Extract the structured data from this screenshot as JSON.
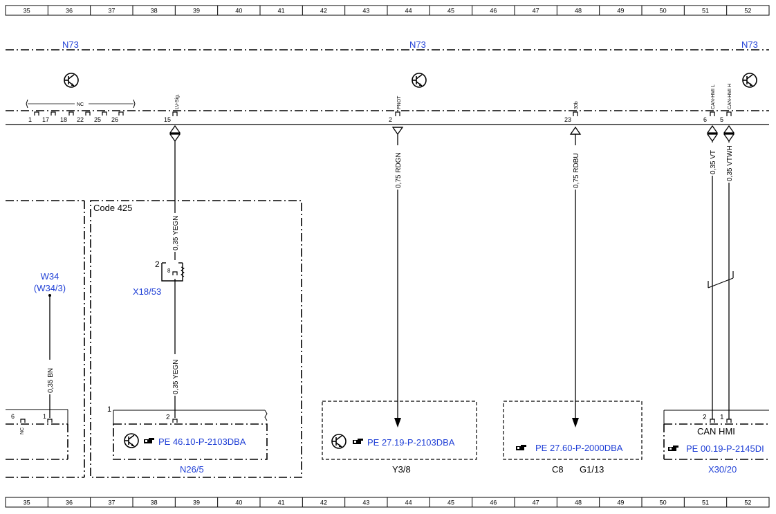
{
  "colors": {
    "link": "#1f3fd6",
    "line": "#000000"
  },
  "ruler": {
    "cells": [
      "35",
      "36",
      "37",
      "38",
      "39",
      "40",
      "41",
      "42",
      "43",
      "44",
      "45",
      "46",
      "47",
      "48",
      "49",
      "50",
      "51",
      "52"
    ]
  },
  "n73": {
    "left": "N73",
    "center": "N73",
    "right": "N73"
  },
  "pins": {
    "nc_label": "NC",
    "nc_numbers": [
      "1",
      "17",
      "18",
      "22",
      "25",
      "26"
    ],
    "p15": {
      "num": "15",
      "sig": "LV-Sig."
    },
    "p2": {
      "num": "2",
      "sig": "PNOT"
    },
    "p23": {
      "num": "23",
      "sig": "30b"
    },
    "p6": {
      "num": "6",
      "sig": "CAN-HMI L"
    },
    "p5": {
      "num": "5",
      "sig": "CAN-HMI H"
    }
  },
  "wires": {
    "w15_top": "0,35 YEGN",
    "w15_bottom": "0,35 YEGN",
    "w2": "0,75 RDGN",
    "w23": "0,75 RDBU",
    "w6": "0,35 VT",
    "w5": "0,35 VTWH",
    "w34": "0,35 BN"
  },
  "code425": {
    "label": "Code 425"
  },
  "x18": {
    "name": "X18/53",
    "pin": "2",
    "inner": "8"
  },
  "w34": {
    "name": "W34",
    "sub": "(W34/3)"
  },
  "left_box": {
    "pin6": "6",
    "pin1": "1",
    "nc": "NC"
  },
  "n26": {
    "name": "N26/5",
    "ref": "PE 46.10-P-2103DBA",
    "pin1": "1",
    "pin2": "2"
  },
  "y3": {
    "name": "Y3/8",
    "ref": "PE 27.19-P-2103DBA"
  },
  "c8": {
    "name1": "C8",
    "name2": "G1/13",
    "ref": "PE 27.60-P-2000DBA"
  },
  "x30": {
    "name": "X30/20",
    "ref": "PE 00.19-P-2145DI",
    "can": "CAN HMI",
    "pin2": "2",
    "pin1": "1"
  },
  "icons": [
    "transistor-icon",
    "hand-pointer-icon"
  ]
}
